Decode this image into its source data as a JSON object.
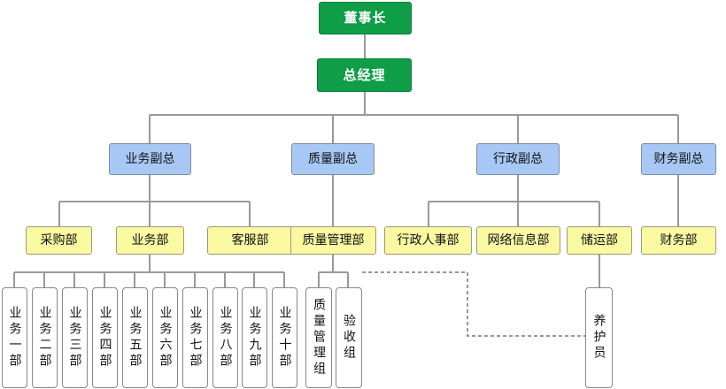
{
  "chairman": "董事长",
  "general_manager": "总经理",
  "vps": [
    "业务副总",
    "质量副总",
    "行政副总",
    "财务副总"
  ],
  "departments": [
    "采购部",
    "业务部",
    "客服部",
    "质量管理部",
    "行政人事部",
    "网络信息部",
    "储运部",
    "财务部"
  ],
  "business_units": [
    "业务一部",
    "业务二部",
    "业务三部",
    "业务四部",
    "业务五部",
    "业务六部",
    "业务七部",
    "业务八部",
    "业务九部",
    "业务十部"
  ],
  "quality_groups": [
    "质量管理组",
    "验收组"
  ],
  "maintenance": "养护员",
  "colors": {
    "top": "#0f9d48",
    "vp": "#a7c8f5",
    "dept": "#fbf8a2",
    "unit": "#ffffff",
    "line": "#888888"
  }
}
